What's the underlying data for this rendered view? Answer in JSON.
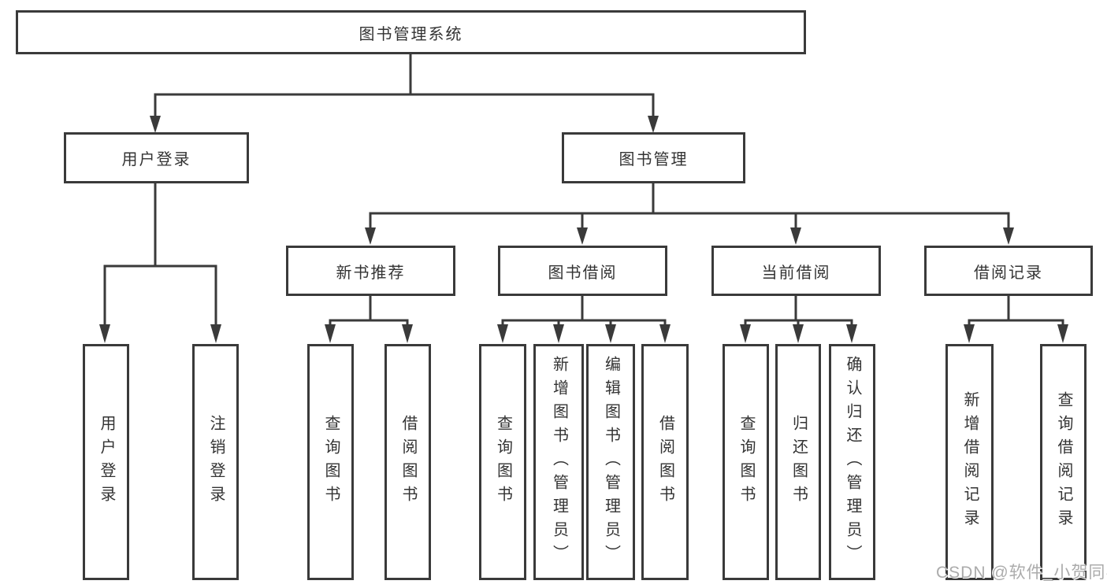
{
  "nodes": {
    "root": "图书管理系统",
    "user_login": "用户登录",
    "book_management": "图书管理",
    "new_book_recommend": "新书推荐",
    "book_borrowing": "图书借阅",
    "current_borrowing": "当前借阅",
    "borrowing_records": "借阅记录",
    "ul_user_login": "用户登录",
    "ul_logout": "注销登录",
    "nb_query_books": "查询图书",
    "nb_borrow_books": "借阅图书",
    "bb_query_books": "查询图书",
    "bb_add_books_admin": "新增图书（管理员）",
    "bb_edit_books_admin": "编辑图书（管理员）",
    "bb_borrow_books": "借阅图书",
    "cb_query_books": "查询图书",
    "cb_return_books": "归还图书",
    "cb_confirm_return_admin": "确认归还（管理员）",
    "br_add_record": "新增借阅记录",
    "br_query_record": "查询借阅记录"
  },
  "watermark": "CSDN @软件_小贺同学",
  "colors": {
    "line": "#3a3a3a",
    "text": "#333333",
    "watermark": "#ababab",
    "background": "#ffffff"
  }
}
